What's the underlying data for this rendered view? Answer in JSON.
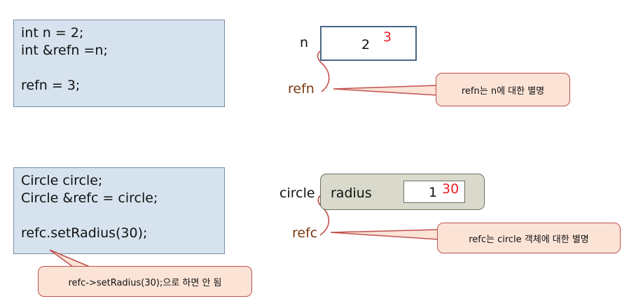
{
  "code1": {
    "lines": [
      "int n = 2;",
      "int &refn =n;",
      "",
      "refn = 3;"
    ]
  },
  "code2": {
    "lines": [
      "Circle circle;",
      "Circle &refc = circle;",
      "",
      "refc.setRadius(30);"
    ]
  },
  "diagram1": {
    "var_label": "n",
    "old_value": "2",
    "new_value": "3",
    "ref_label": "refn",
    "callout": "refn는 n에 대한 별명"
  },
  "diagram2": {
    "var_label": "circle",
    "field_label": "radius",
    "old_value": "1",
    "new_value": "30",
    "ref_label": "refc",
    "callout": "refc는 circle 객체에 대한 별명"
  },
  "code_callout": "refc->setRadius(30);으로 하면 안 됨",
  "colors": {
    "code_bg": "#d6e3ee",
    "callout_bg": "#fbe3d6",
    "callout_border": "#c0504d",
    "change_red": "#e8202a",
    "ref_brown": "#7a3a12",
    "object_bg": "#d9d9cc"
  }
}
